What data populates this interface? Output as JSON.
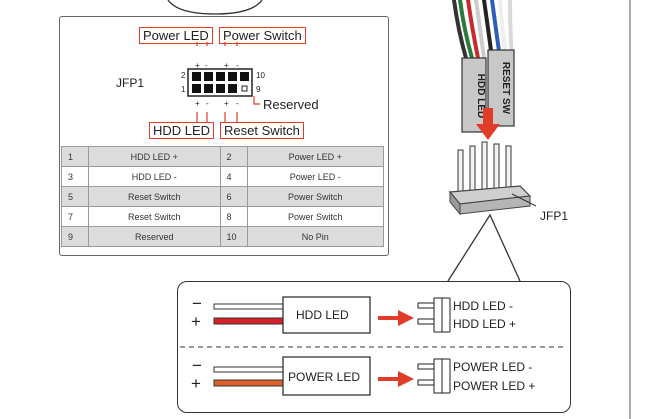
{
  "header_label": "JFP1",
  "callouts": {
    "power_led": "Power LED",
    "power_switch": "Power Switch",
    "hdd_led": "HDD LED",
    "reset_switch": "Reset Switch",
    "reserved": "Reserved"
  },
  "pin_numbers": {
    "top_left": "2",
    "bottom_left": "1",
    "top_right": "10",
    "bottom_right": "9"
  },
  "pin_polarity": [
    "+",
    "-",
    "+",
    "-",
    "+",
    "-",
    "+",
    "-"
  ],
  "pin_table": [
    {
      "pin_a": "1",
      "label_a": "HDD LED +",
      "pin_b": "2",
      "label_b": "Power LED +"
    },
    {
      "pin_a": "3",
      "label_a": "HDD LED -",
      "pin_b": "4",
      "label_b": "Power LED -"
    },
    {
      "pin_a": "5",
      "label_a": "Reset Switch",
      "pin_b": "6",
      "label_b": "Power Switch"
    },
    {
      "pin_a": "7",
      "label_a": "Reset Switch",
      "pin_b": "8",
      "label_b": "Power Switch"
    },
    {
      "pin_a": "9",
      "label_a": "Reserved",
      "pin_b": "10",
      "label_b": "No Pin"
    }
  ],
  "connector_label": "JFP1",
  "connector_text": {
    "left": "HDD LED",
    "right": "RESET SW"
  },
  "wiring": {
    "hdd": {
      "minus": "−",
      "plus": "+",
      "label": "HDD LED",
      "pin_minus": "HDD LED -",
      "pin_plus": "HDD LED +"
    },
    "power": {
      "minus": "−",
      "plus": "+",
      "label": "POWER LED",
      "pin_minus": "POWER LED -",
      "pin_plus": "POWER LED +"
    }
  },
  "colors": {
    "accent_red": "#e03c28",
    "hdd_wire": "#d8202a",
    "power_wire": "#e0602a",
    "table_gray": "#dcdcdc"
  }
}
